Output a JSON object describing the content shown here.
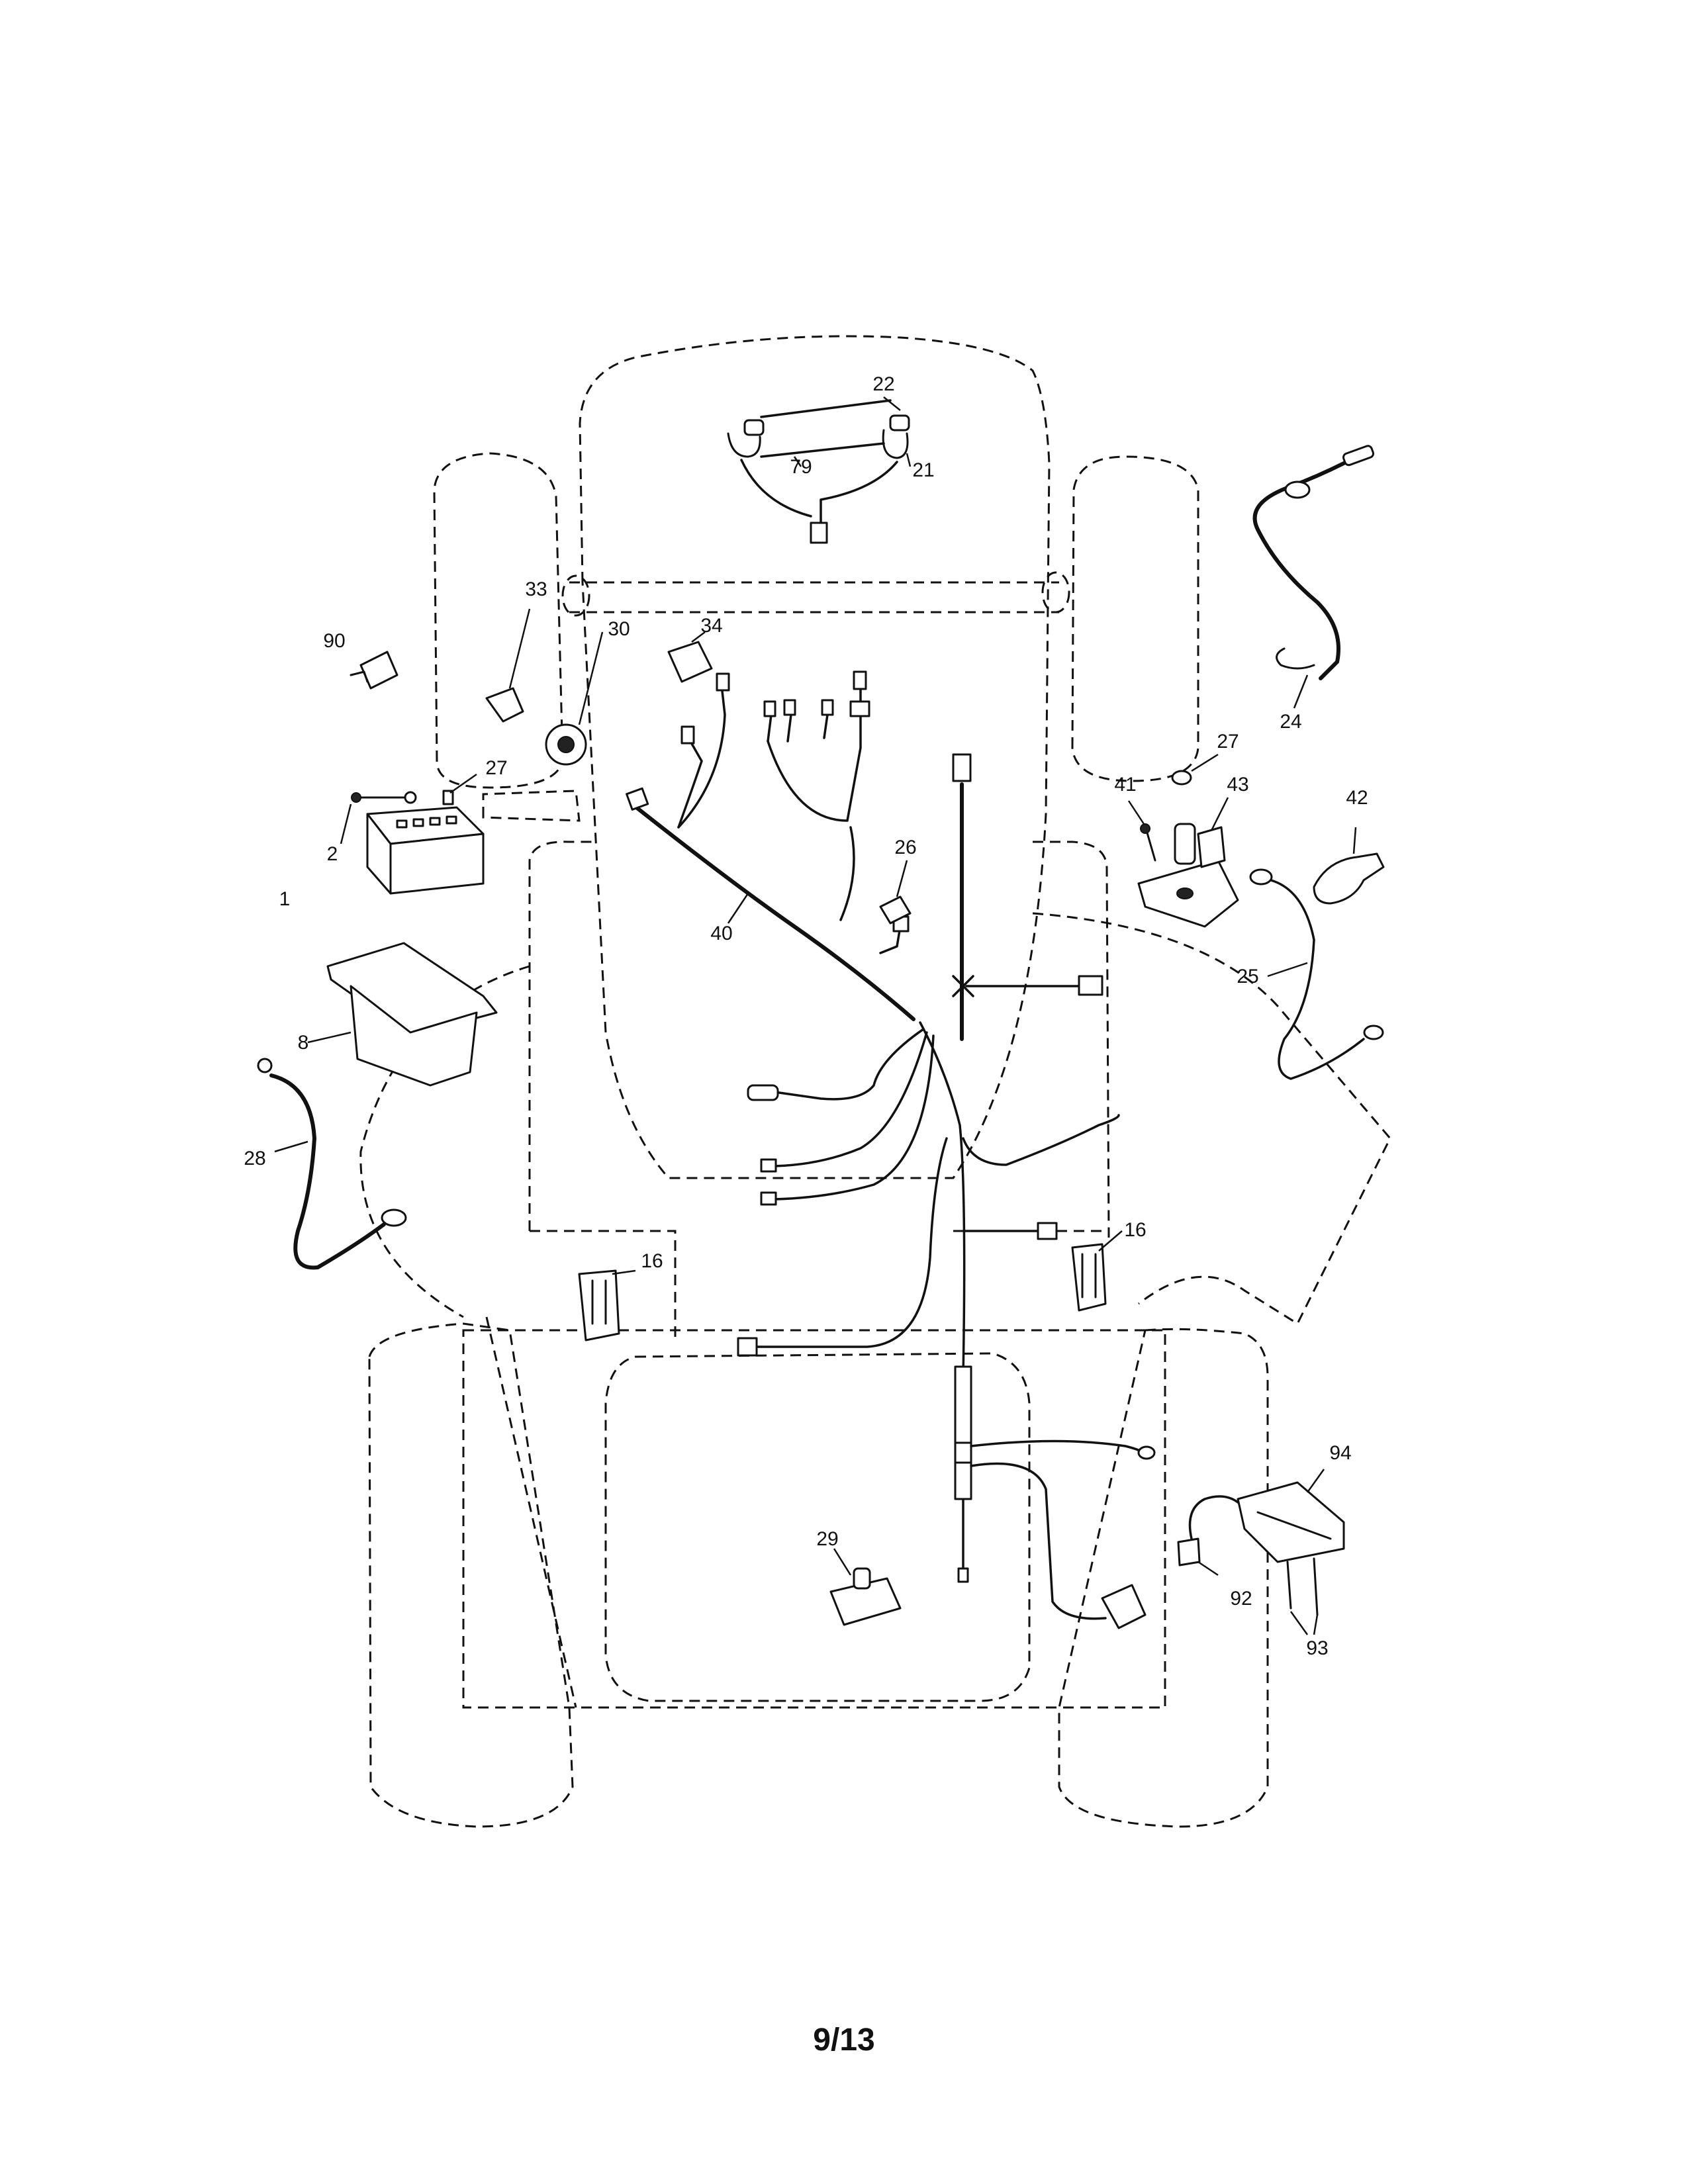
{
  "diagram": {
    "callouts": {
      "c1": "1",
      "c2": "2",
      "c8": "8",
      "c16a": "16",
      "c16b": "16",
      "c21": "21",
      "c22": "22",
      "c24": "24",
      "c25": "25",
      "c26": "26",
      "c27a": "27",
      "c27b": "27",
      "c28": "28",
      "c29": "29",
      "c30": "30",
      "c33": "33",
      "c34": "34",
      "c40": "40",
      "c41": "41",
      "c42": "42",
      "c43": "43",
      "c79": "79",
      "c90": "90",
      "c92": "92",
      "c93": "93",
      "c94": "94"
    }
  },
  "footer": {
    "page_number": "9/13"
  }
}
